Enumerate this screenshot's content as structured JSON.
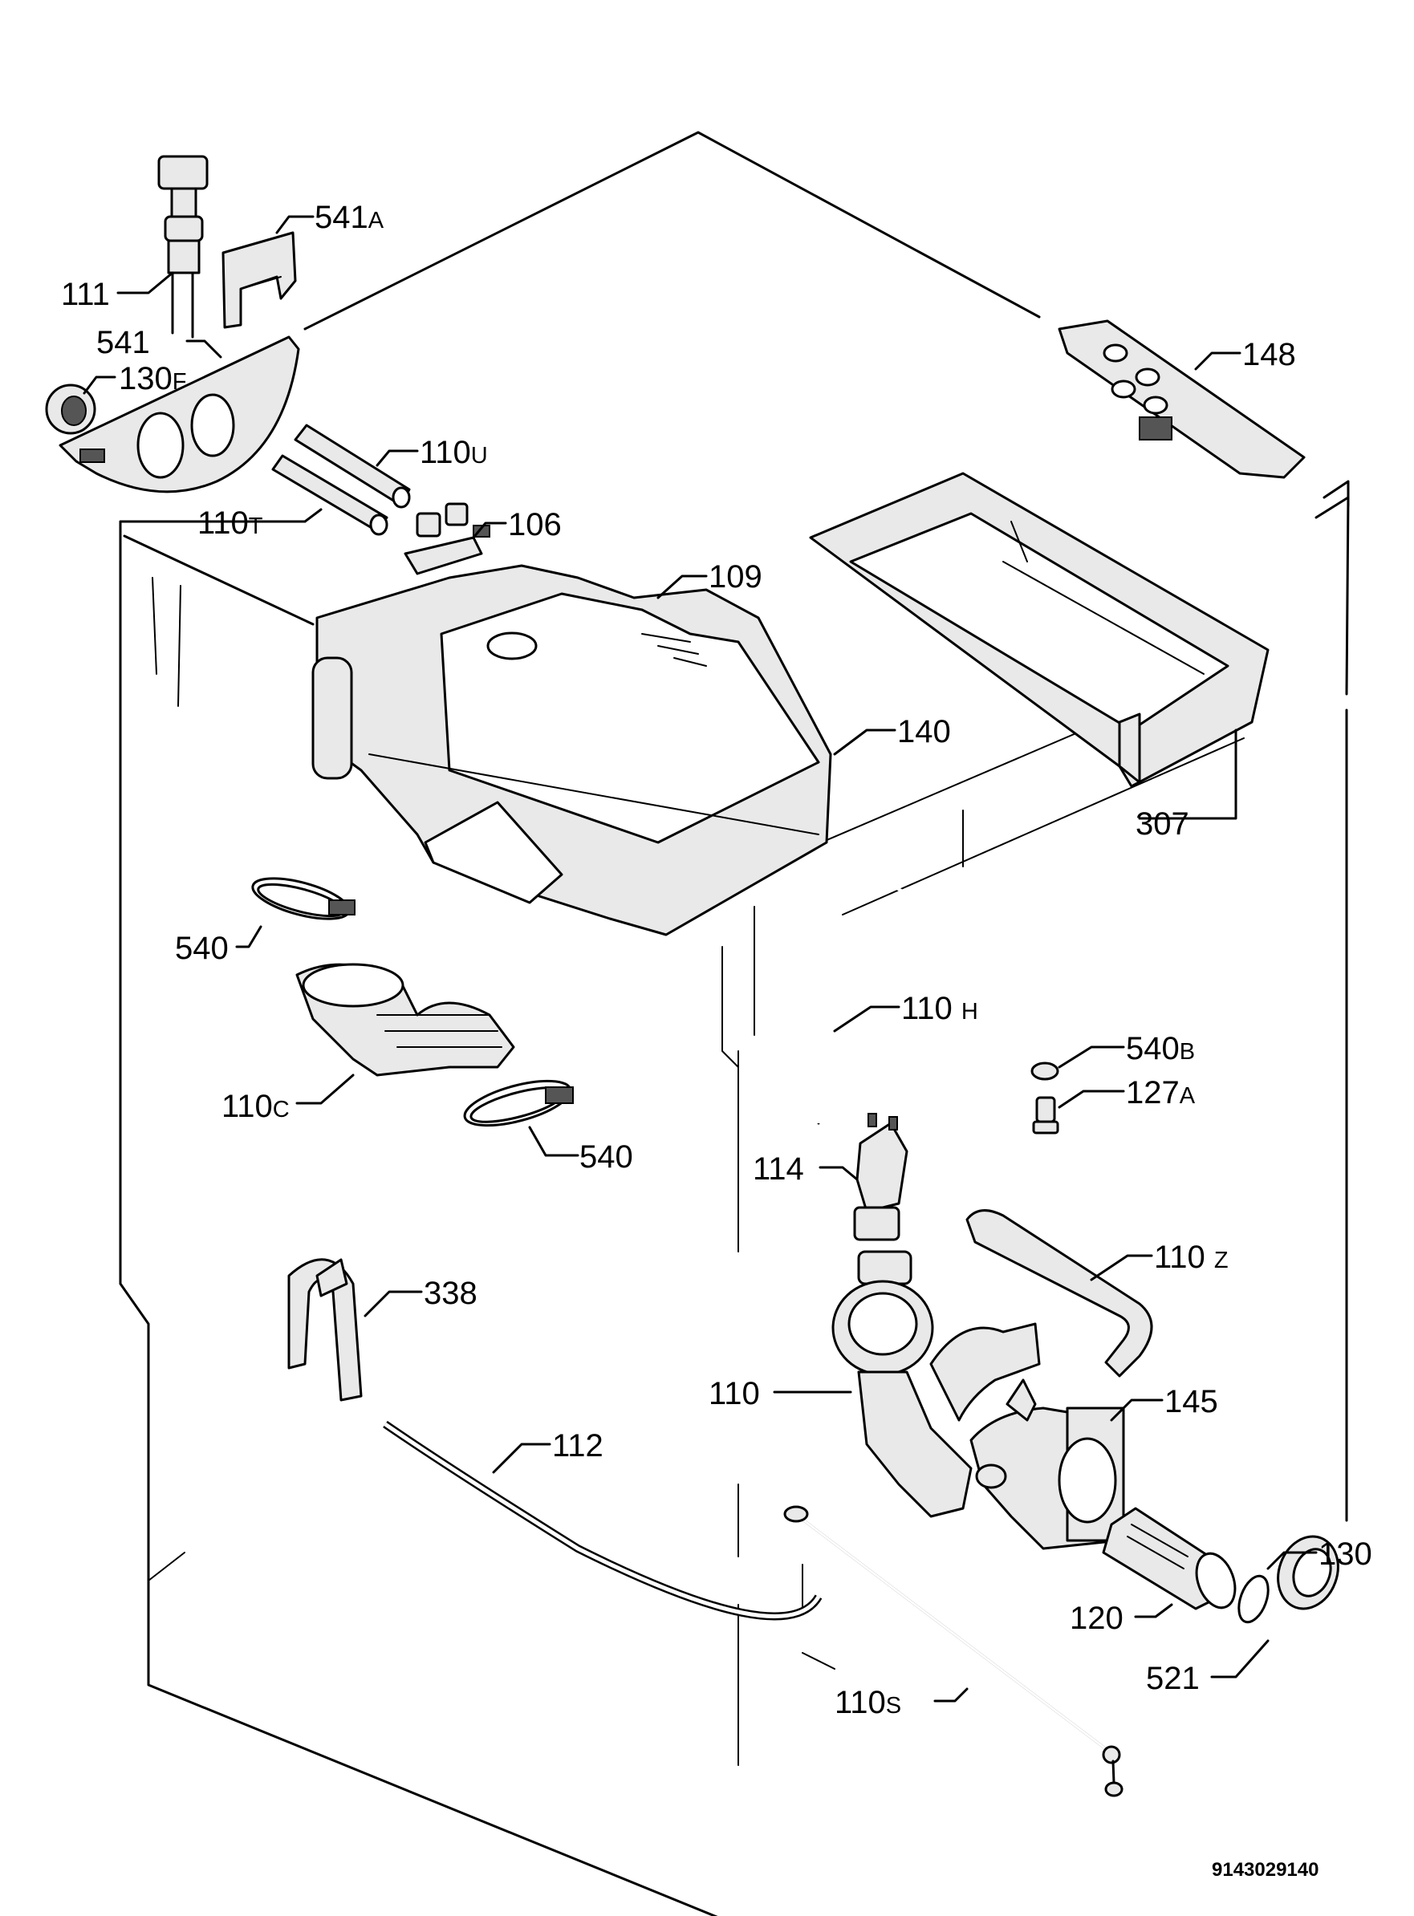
{
  "diagram": {
    "document_number": "9143029140",
    "part_labels": [
      {
        "id": "lbl-111",
        "number": "111",
        "suffix": ""
      },
      {
        "id": "lbl-541A",
        "number": "541",
        "suffix": "A"
      },
      {
        "id": "lbl-541",
        "number": "541",
        "suffix": ""
      },
      {
        "id": "lbl-130F",
        "number": "130",
        "suffix": "F"
      },
      {
        "id": "lbl-110U",
        "number": "110",
        "suffix": "U"
      },
      {
        "id": "lbl-110T",
        "number": "110",
        "suffix": "T"
      },
      {
        "id": "lbl-106",
        "number": "106",
        "suffix": ""
      },
      {
        "id": "lbl-109",
        "number": "109",
        "suffix": ""
      },
      {
        "id": "lbl-148",
        "number": "148",
        "suffix": ""
      },
      {
        "id": "lbl-140",
        "number": "140",
        "suffix": ""
      },
      {
        "id": "lbl-307",
        "number": "307",
        "suffix": ""
      },
      {
        "id": "lbl-540a",
        "number": "540",
        "suffix": ""
      },
      {
        "id": "lbl-110C",
        "number": "110",
        "suffix": "C"
      },
      {
        "id": "lbl-540b",
        "number": "540",
        "suffix": ""
      },
      {
        "id": "lbl-110H",
        "number": "110",
        "suffix": "H"
      },
      {
        "id": "lbl-540B",
        "number": "540",
        "suffix": "B"
      },
      {
        "id": "lbl-127A",
        "number": "127",
        "suffix": "A"
      },
      {
        "id": "lbl-114",
        "number": "114",
        "suffix": ""
      },
      {
        "id": "lbl-110Z",
        "number": "110",
        "suffix": "Z"
      },
      {
        "id": "lbl-338",
        "number": "338",
        "suffix": ""
      },
      {
        "id": "lbl-110",
        "number": "110",
        "suffix": ""
      },
      {
        "id": "lbl-145",
        "number": "145",
        "suffix": ""
      },
      {
        "id": "lbl-112",
        "number": "112",
        "suffix": ""
      },
      {
        "id": "lbl-130",
        "number": "130",
        "suffix": ""
      },
      {
        "id": "lbl-120",
        "number": "120",
        "suffix": ""
      },
      {
        "id": "lbl-110S",
        "number": "110",
        "suffix": "S"
      },
      {
        "id": "lbl-521",
        "number": "521",
        "suffix": ""
      }
    ]
  }
}
